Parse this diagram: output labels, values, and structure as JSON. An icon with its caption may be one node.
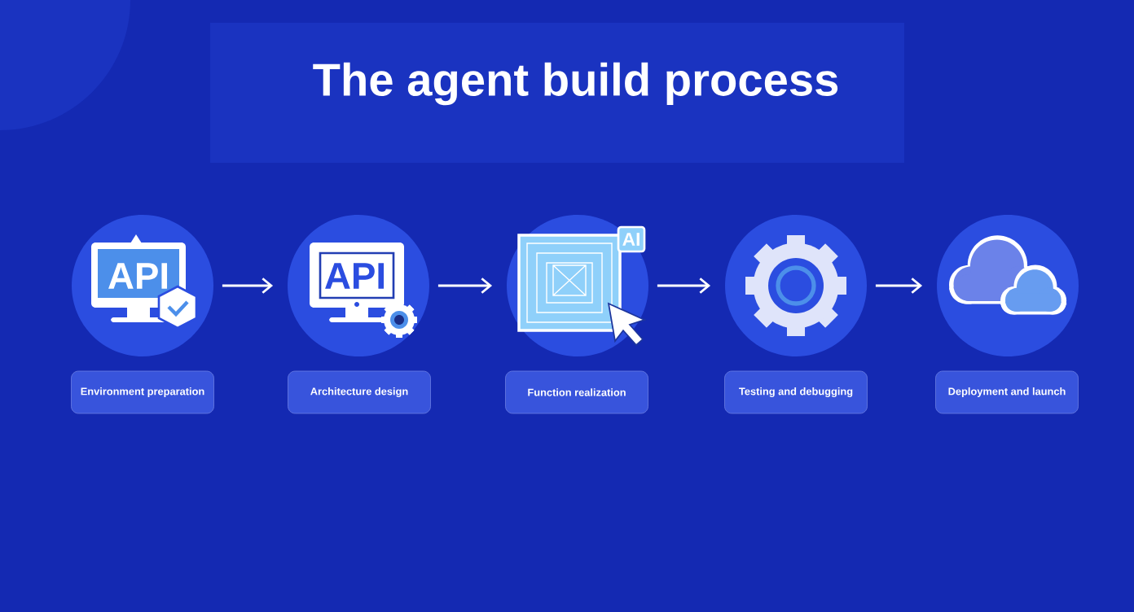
{
  "diagram": {
    "title": "The agent build process",
    "nodes": [
      {
        "text": [],
        "shape": "circle"
      },
      {
        "text": [],
        "shape": "circle"
      },
      {
        "text": [],
        "shape": "circle"
      },
      {
        "text": [],
        "shape": "circle"
      },
      {
        "text": [],
        "shape": "circle"
      },
      {
        "text": [
          "Environment preparation"
        ]
      },
      {
        "text": [
          "Architecture design"
        ]
      },
      {
        "text": [
          "Function realization"
        ]
      },
      {
        "text": [
          "Testing and debugging"
        ]
      },
      {
        "text": [
          "Deployment and launch"
        ]
      }
    ],
    "edges": [
      {
        "from": 0,
        "to": 1,
        "arrow": "to"
      },
      {
        "from": 1,
        "to": 2,
        "arrow": "to"
      },
      {
        "from": 2,
        "to": 3,
        "arrow": "to"
      },
      {
        "from": 3,
        "to": 4,
        "arrow": "to"
      }
    ],
    "labels": [
      "API",
      "API",
      "AI"
    ]
  }
}
